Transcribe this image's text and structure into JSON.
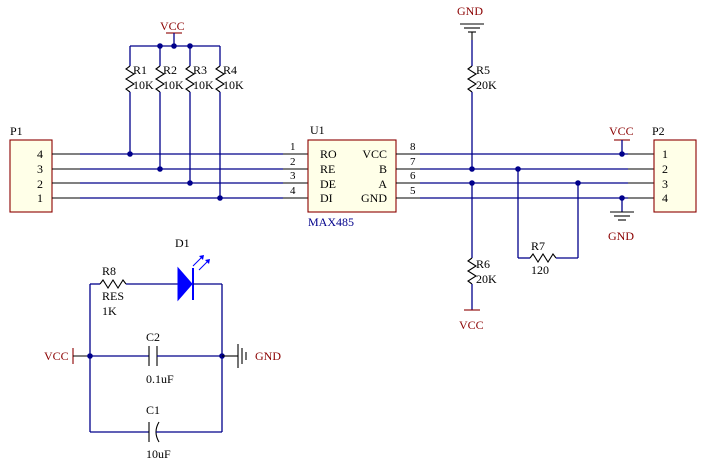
{
  "power": {
    "vcc_top": "VCC",
    "gnd_top": "GND",
    "vcc_p2": "VCC",
    "gnd_p2": "GND",
    "vcc_r6": "VCC",
    "vcc_led": "VCC",
    "gnd_led": "GND"
  },
  "resistors": {
    "r1": {
      "ref": "R1",
      "value": "10K"
    },
    "r2": {
      "ref": "R2",
      "value": "10K"
    },
    "r3": {
      "ref": "R3",
      "value": "10K"
    },
    "r4": {
      "ref": "R4",
      "value": "10K"
    },
    "r5": {
      "ref": "R5",
      "value": "20K"
    },
    "r6": {
      "ref": "R6",
      "value": "20K"
    },
    "r7": {
      "ref": "R7",
      "value": "120"
    },
    "r8": {
      "ref": "R8",
      "name": "RES",
      "value": "1K"
    }
  },
  "p1": {
    "ref": "P1",
    "pins": [
      "4",
      "3",
      "2",
      "1"
    ]
  },
  "p2": {
    "ref": "P2",
    "pins": [
      "1",
      "2",
      "3",
      "4"
    ]
  },
  "u1": {
    "ref": "U1",
    "part": "MAX485",
    "left_pins": [
      {
        "num": "1",
        "name": "RO"
      },
      {
        "num": "2",
        "name": "RE"
      },
      {
        "num": "3",
        "name": "DE"
      },
      {
        "num": "4",
        "name": "DI"
      }
    ],
    "right_pins": [
      {
        "num": "8",
        "name": "VCC"
      },
      {
        "num": "7",
        "name": "B"
      },
      {
        "num": "6",
        "name": "A"
      },
      {
        "num": "5",
        "name": "GND"
      }
    ]
  },
  "d1": {
    "ref": "D1"
  },
  "c1": {
    "ref": "C1",
    "value": "10uF"
  },
  "c2": {
    "ref": "C2",
    "value": "0.1uF"
  }
}
